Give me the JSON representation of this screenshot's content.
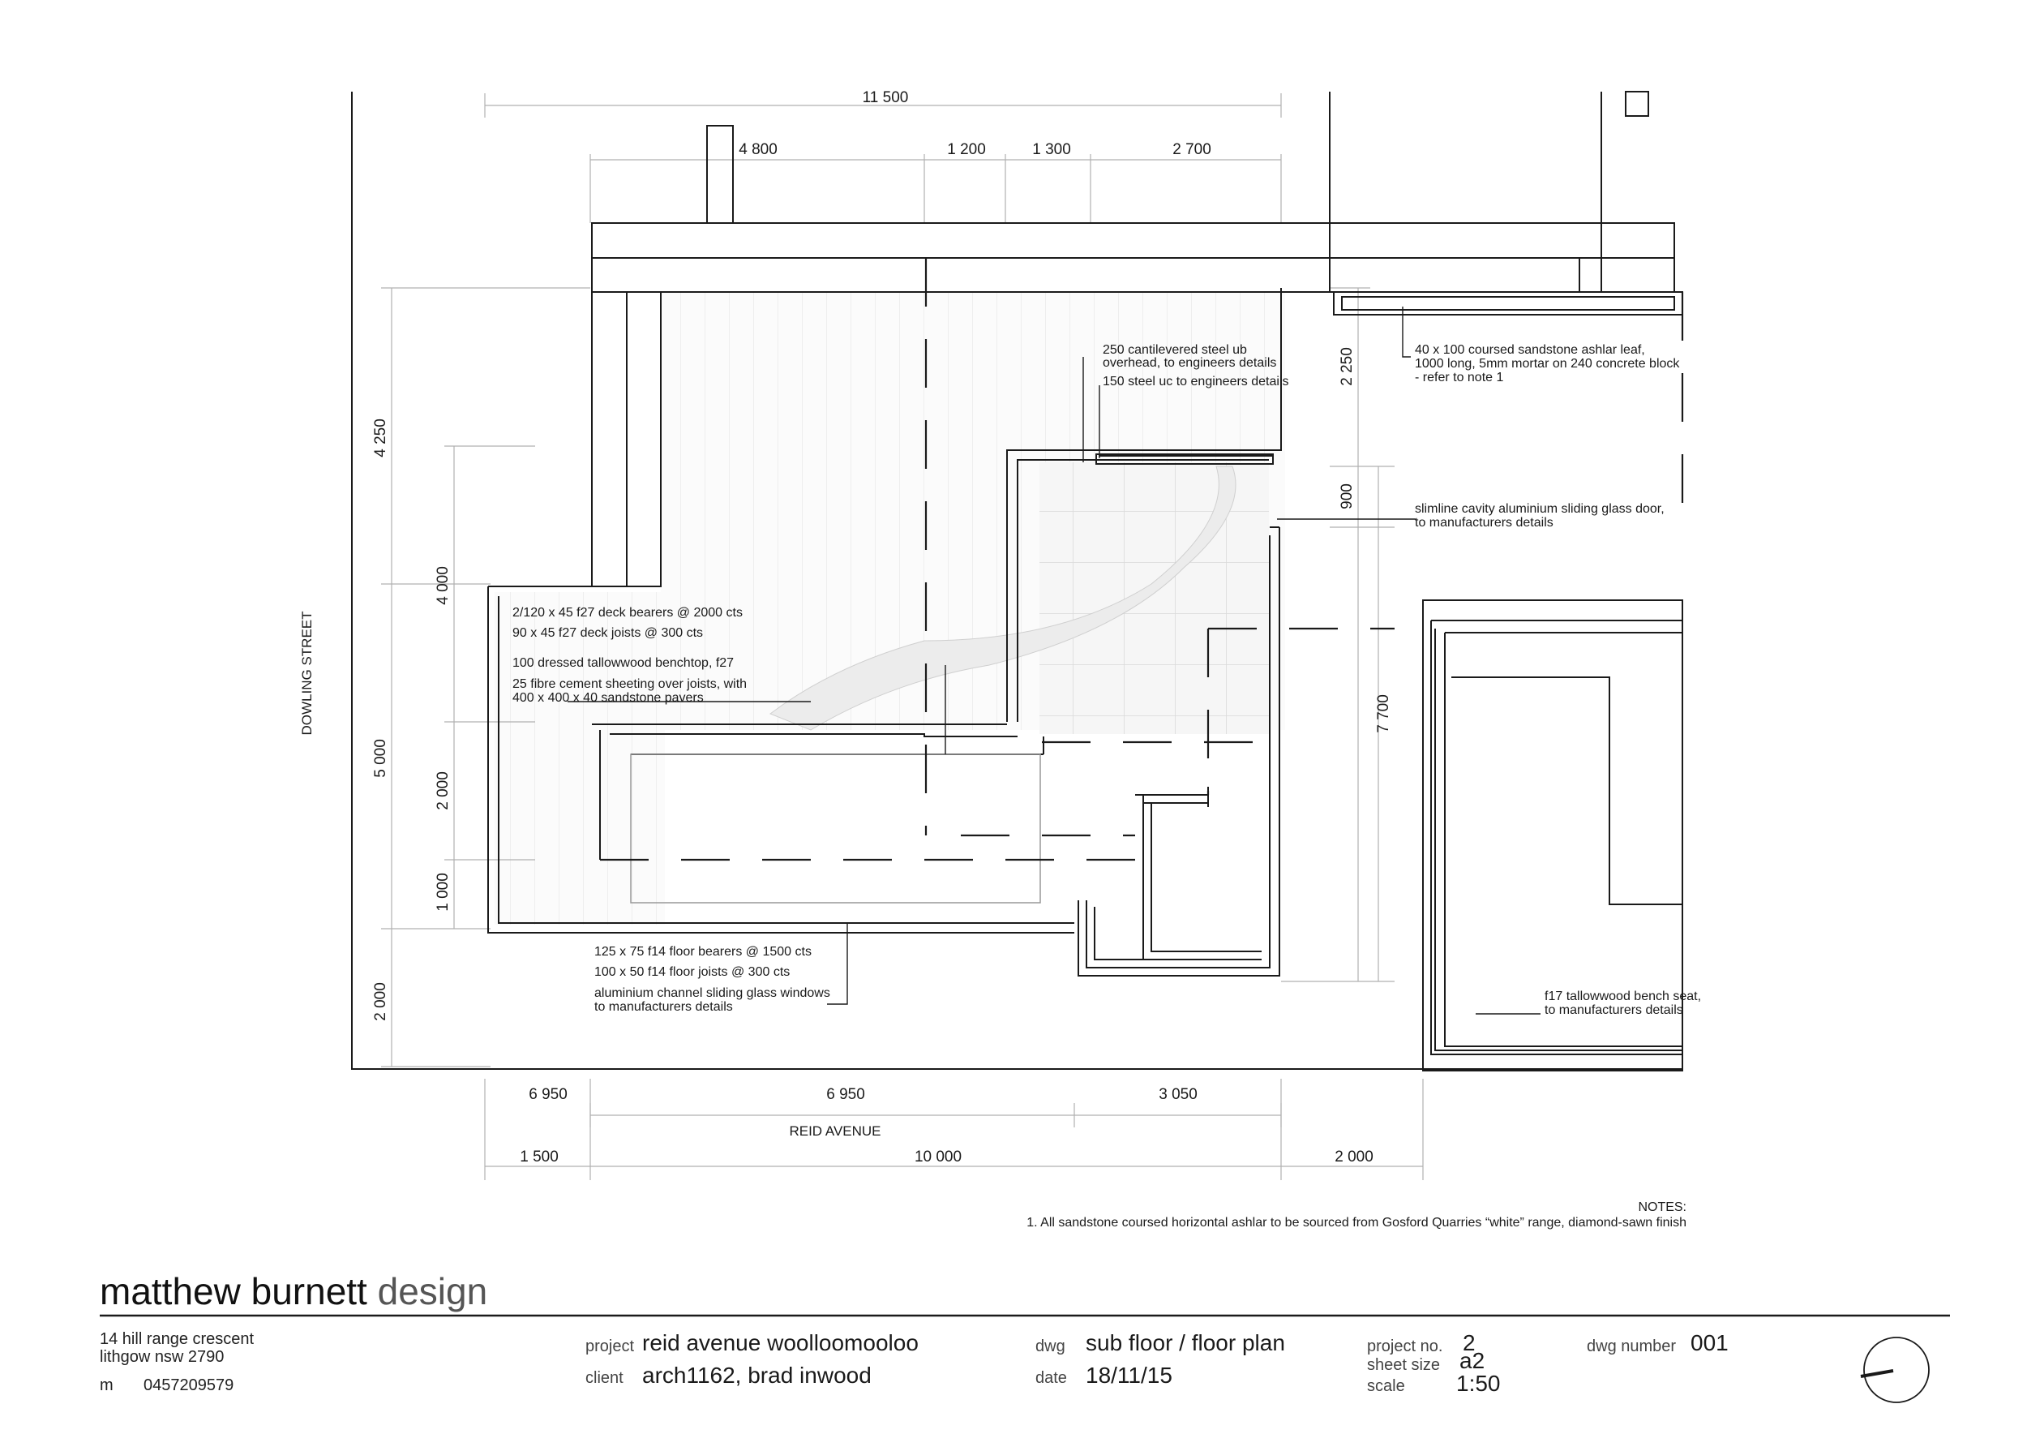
{
  "dims": {
    "top_overall": "11 500",
    "top_a": "4 800",
    "top_b": "1 200",
    "top_c": "1 300",
    "top_d": "2 700",
    "left_a": "4 250",
    "left_b": "5 000",
    "left_c": "2 000",
    "inner_a": "4 000",
    "inner_b": "2 000",
    "inner_c": "1 000",
    "right_a": "2 250",
    "right_b": "900",
    "right_c": "7 700",
    "bottom_a": "6 950",
    "bottom_b": "3 050",
    "bottom_c": "1 500",
    "bottom_d": "10 000",
    "bottom_e": "2 000"
  },
  "streets": {
    "left": "DOWLING STREET",
    "bottom": "REID AVENUE"
  },
  "notes_labels": {
    "steel_ub": [
      "250 cantilevered steel ub",
      "overhead, to engineers details"
    ],
    "steel_uc": [
      "150 steel uc to engineers details"
    ],
    "sandstone_leaf": [
      "40 x 100 coursed sandstone ashlar leaf,",
      "1000 long, 5mm mortar on 240 concrete block",
      "- refer to note 1"
    ],
    "sliding_door": [
      "slimline cavity aluminium sliding glass door,",
      "to manufacturers details"
    ],
    "deck_bearers": "2/120 x 45 f27 deck bearers @ 2000 cts",
    "deck_joists": "90 x 45 f27 deck joists @ 300 cts",
    "benchtop": "100 dressed tallowwood benchtop, f27",
    "fibre_cement": [
      "25 fibre cement sheeting over joists, with",
      "400 x 400 x 40 sandstone pavers"
    ],
    "floor_bearers": "125 x 75 f14 floor bearers @ 1500 cts",
    "floor_joists": "100 x 50 f14 floor joists @ 300 cts",
    "sliding_windows": [
      "aluminium channel sliding glass windows",
      "to manufacturers details"
    ],
    "bench_seat": [
      "f17 tallowwood bench seat,",
      "to manufacturers details"
    ]
  },
  "general_notes": {
    "heading": "NOTES:",
    "note_1": "1. All sandstone coursed horizontal ashlar to be  sourced from Gosford Quarries “white” range, diamond-sawn finish"
  },
  "title_block": {
    "firm_name": "matthew burnett",
    "firm_suffix": "design",
    "address_1": "14 hill range crescent",
    "address_2": "lithgow nsw 2790",
    "phone_label": "m",
    "phone": "0457209579",
    "project_label": "project",
    "project": "reid avenue woolloomooloo",
    "client_label": "client",
    "client": "arch1162, brad inwood",
    "dwg_label": "dwg",
    "dwg": "sub floor / floor plan",
    "date_label": "date",
    "date": "18/11/15",
    "project_no_label": "project no.",
    "project_no": "2",
    "sheet_size_label": "sheet size",
    "sheet_size": "a2",
    "scale_label": "scale",
    "scale": "1:50",
    "dwg_number_label": "dwg number",
    "dwg_number": "001"
  }
}
